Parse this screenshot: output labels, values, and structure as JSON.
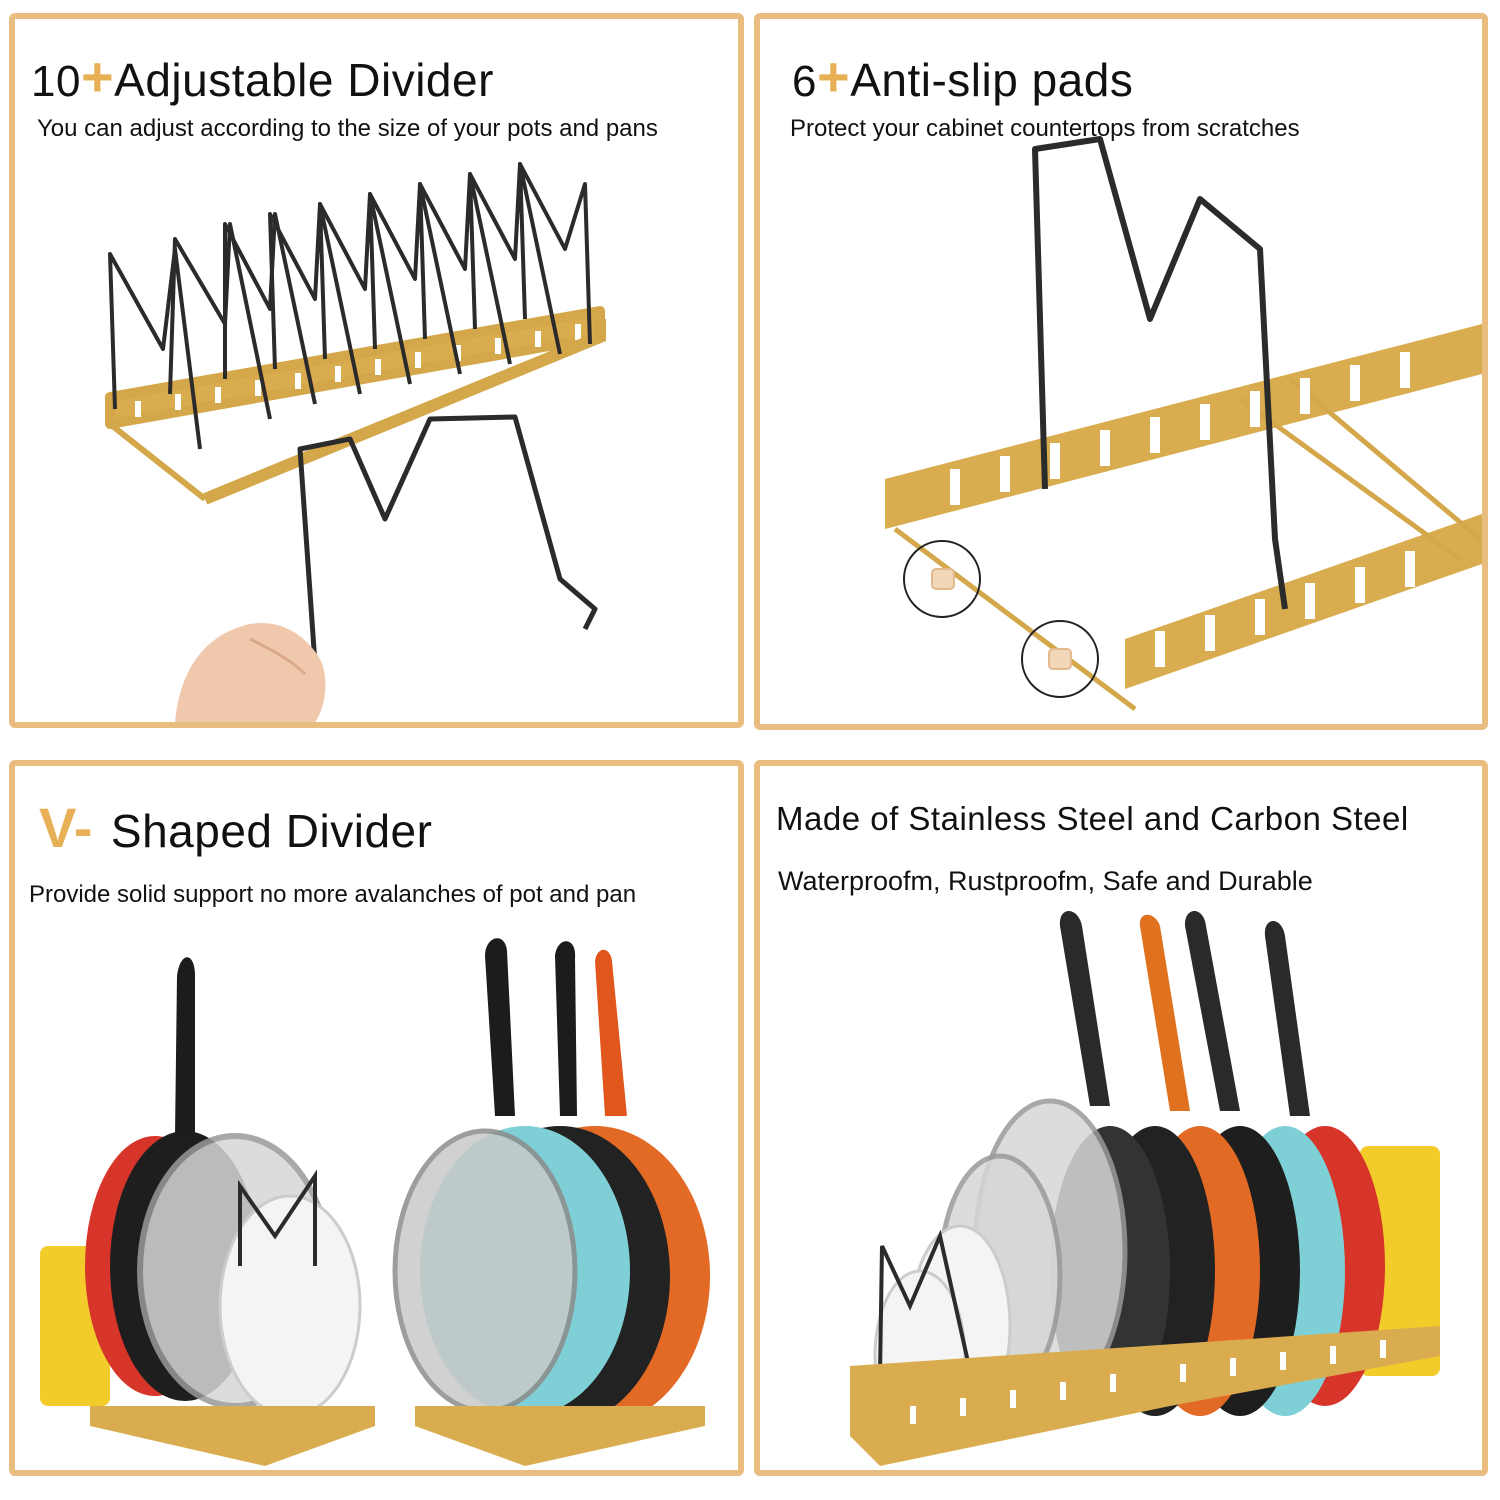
{
  "colors": {
    "border": "#e9bd7f",
    "gold_frame": "#d4a84a",
    "accent_plus": "#e7b056",
    "wire": "#2b2b2b"
  },
  "panels": [
    {
      "title_prefix": "10",
      "title_accent": "+",
      "title_main": "Adjustable Divider",
      "subtitle": "You can adjust according to the size of your pots and pans"
    },
    {
      "title_prefix": "6",
      "title_accent": "+",
      "title_main": "Anti-slip pads",
      "subtitle": "Protect your cabinet countertops from scratches"
    },
    {
      "title_accent": "V-",
      "title_main": "Shaped Divider",
      "subtitle": "Provide solid support no more avalanches of pot and pan"
    },
    {
      "title_main": "Made of Stainless Steel and Carbon Steel",
      "subtitle": "Waterproofm, Rustproofm, Safe and Durable"
    }
  ]
}
